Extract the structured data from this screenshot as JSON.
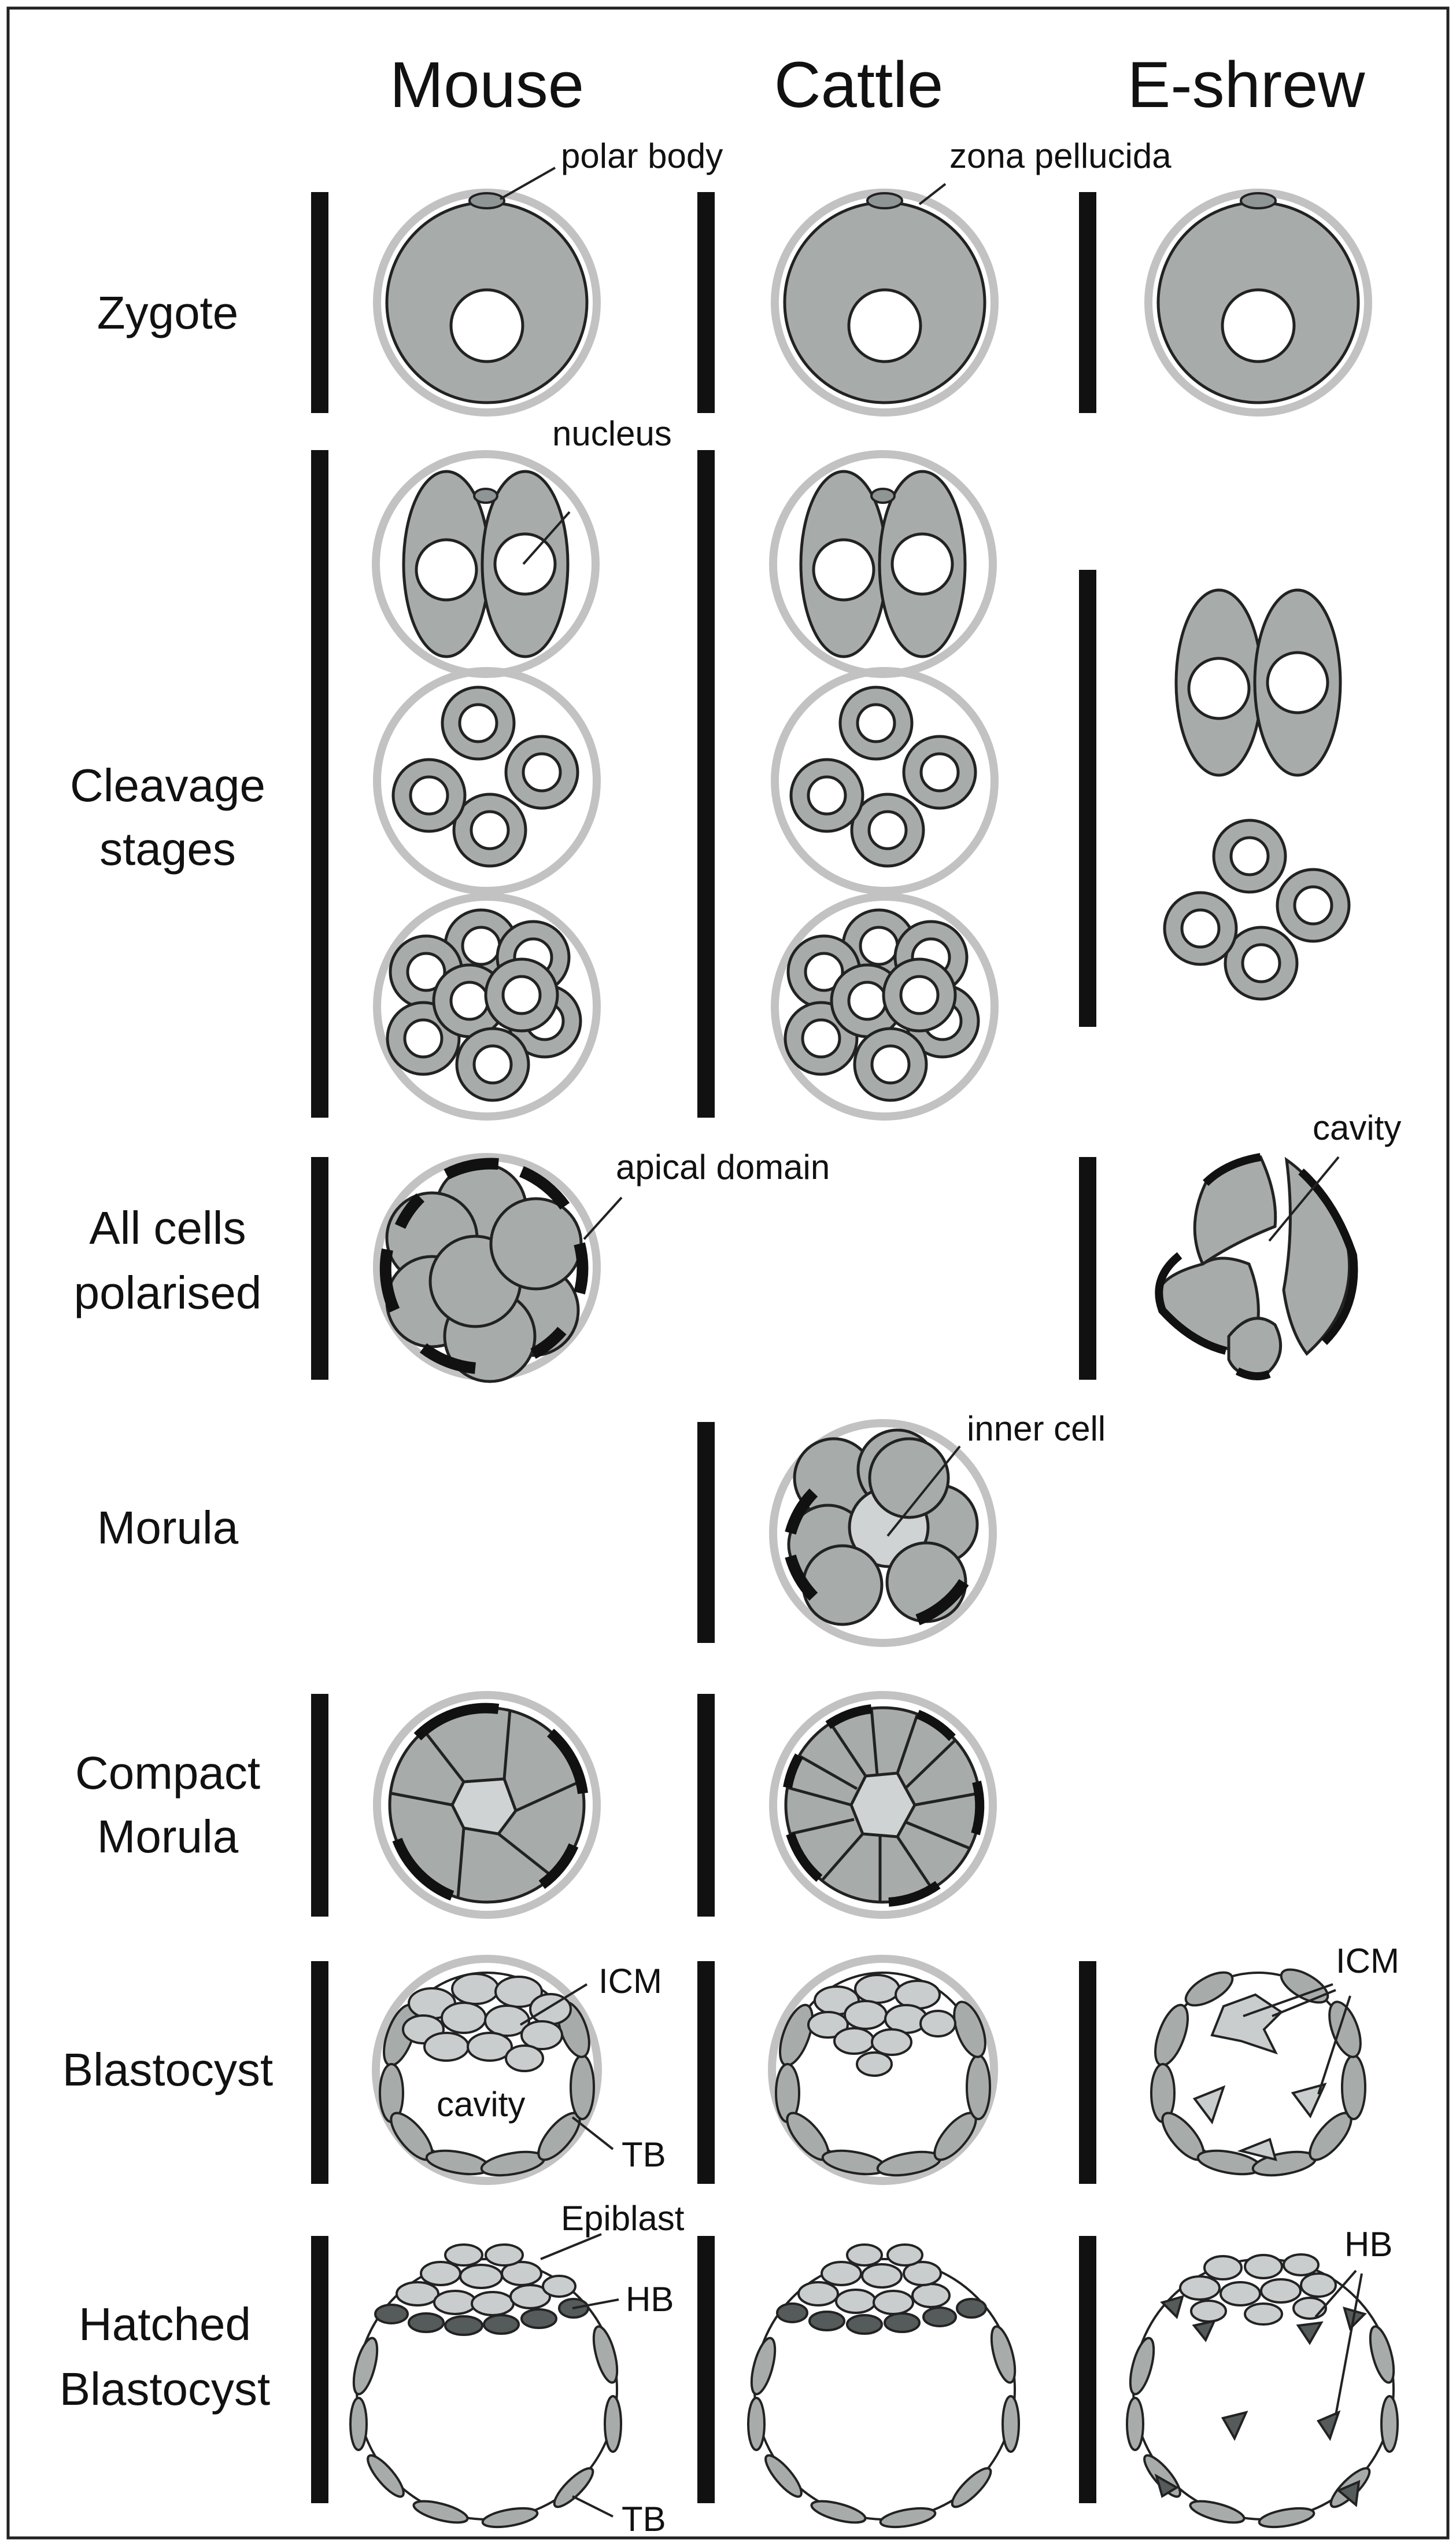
{
  "columns": [
    "Mouse",
    "Cattle",
    "E-shrew"
  ],
  "rows": [
    {
      "lines": [
        "Zygote"
      ]
    },
    {
      "lines": [
        "Cleavage",
        "stages"
      ]
    },
    {
      "lines": [
        "All cells",
        "polarised"
      ]
    },
    {
      "lines": [
        "Morula"
      ]
    },
    {
      "lines": [
        "Compact",
        "Morula"
      ]
    },
    {
      "lines": [
        "Blastocyst"
      ]
    },
    {
      "lines": [
        "Hatched",
        "Blastocyst"
      ]
    }
  ],
  "annotations": {
    "polar_body": "polar body",
    "zona_pellucida": "zona pellucida",
    "nucleus": "nucleus",
    "apical_domain": "apical domain",
    "cavity_eshrew": "cavity",
    "inner_cell": "inner cell",
    "icm_mouse": "ICM",
    "cavity_mouse": "cavity",
    "tb_mouse": "TB",
    "icm_eshrew": "ICM",
    "epiblast": "Epiblast",
    "hb_mouse": "HB",
    "hb_eshrew": "HB",
    "tb_hatched": "TB"
  },
  "colors": {
    "cell_fill": "#a7acab",
    "zona": "#c2c2c2",
    "apical": "#111111",
    "inner": "#cfd3d3",
    "hypoblast": "#555a5a",
    "epiblast": "#c9cdcd"
  }
}
